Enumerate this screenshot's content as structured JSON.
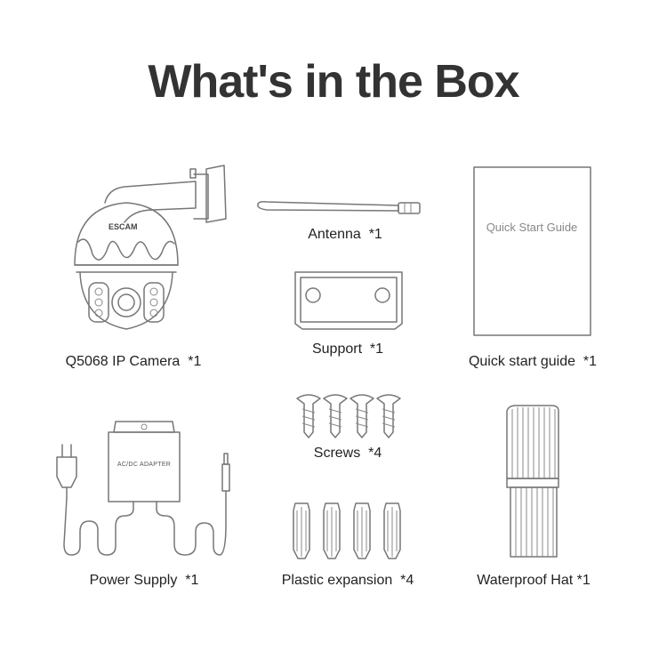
{
  "title": "What's in the Box",
  "items": [
    {
      "name": "Q5068 IP Camera",
      "qty": "*1"
    },
    {
      "name": "Antenna",
      "qty": "*1"
    },
    {
      "name": "Quick start guide",
      "qty": "*1"
    },
    {
      "name": "Support",
      "qty": "*1"
    },
    {
      "name": "Screws",
      "qty": "*4"
    },
    {
      "name": "Power Supply",
      "qty": "*1"
    },
    {
      "name": "Plastic expansion",
      "qty": "*4"
    },
    {
      "name": "Waterproof Hat",
      "qty": "*1"
    }
  ],
  "guide_cover_text": "Quick Start Guide",
  "adapter_text": "AC/DC ADAPTER",
  "camera_logo": "ESCAM"
}
